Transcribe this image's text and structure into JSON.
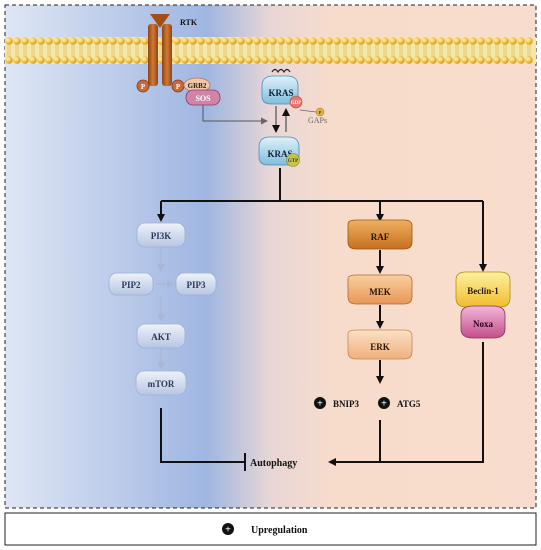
{
  "membrane": {
    "receptor": "RTK",
    "phospho": "P",
    "adaptor": "GRB2",
    "gef": "SOS"
  },
  "kras": {
    "inactive": "KRAS",
    "gdp": "GDP",
    "gaps_p": "P",
    "gaps": "GAPs",
    "active": "KRAS",
    "gtp": "GTP"
  },
  "pi3k_branch": {
    "pi3k": "PI3K",
    "pip2": "PIP2",
    "pip3": "PIP3",
    "akt": "AKT",
    "mtor": "mTOR"
  },
  "mapk_branch": {
    "raf": "RAF",
    "mek": "MEK",
    "erk": "ERK",
    "bnip3": "BNIP3",
    "atg5": "ATG5"
  },
  "other_branch": {
    "beclin": "Beclin-1",
    "noxa": "Noxa"
  },
  "outcome": {
    "autophagy": "Autophagy"
  },
  "legend": {
    "symbol": "+",
    "label": "Upregulation"
  },
  "colors": {
    "blue_bg": "#a9bde6",
    "peach_bg": "#f8dccd",
    "membrane": "#f2c040",
    "rtk": "#b35b1f",
    "kras": "#9fd0e8",
    "pi3k_node": "#c8d4ea",
    "raf_node": "#d6852e",
    "mek_node": "#f1b079",
    "erk_node": "#f6c8a0",
    "beclin_node": "#f7d15a",
    "noxa_node": "#d66fa6"
  }
}
